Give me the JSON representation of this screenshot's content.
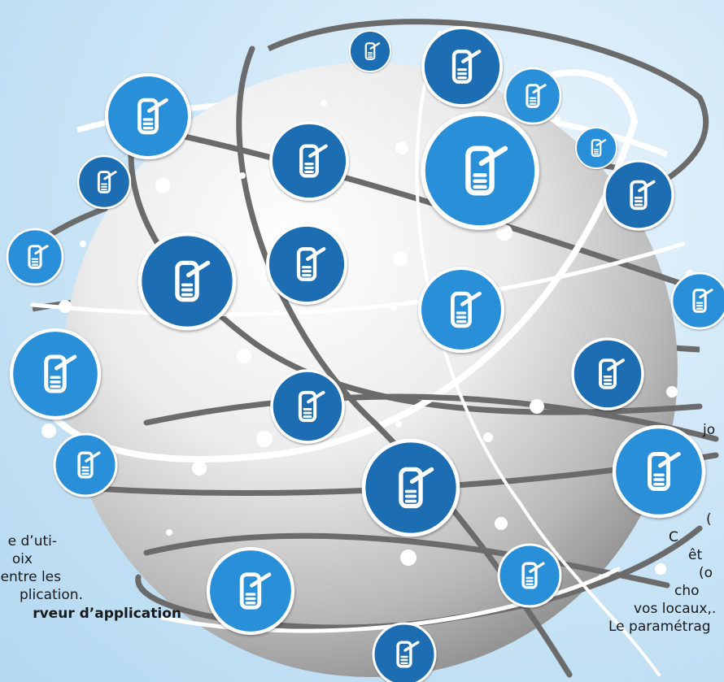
{
  "colors": {
    "node_dark": "#1f6db2",
    "node_light": "#2b8fd9",
    "node_border": "#ffffff",
    "orbit_gray": "#6b6b6b",
    "orbit_white": "#ffffff"
  },
  "icon": "server-icon",
  "left_text": {
    "lines": [
      "e d’uti-",
      "oix",
      "entre les",
      "plication."
    ],
    "bold_line": "rveur d’application"
  },
  "right_text": {
    "lines": [
      "jo",
      "",
      "(",
      "C",
      "êt",
      "(o",
      "cho",
      "vos locaux,.",
      "Le paramétrag"
    ]
  }
}
